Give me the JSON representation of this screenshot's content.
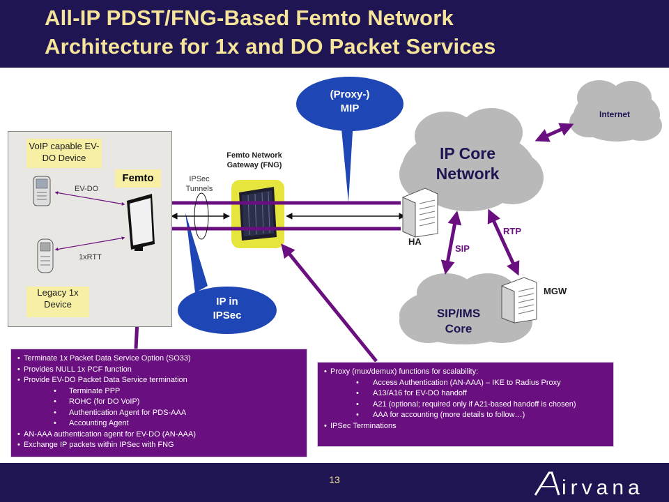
{
  "title": {
    "line1": "All-IP PDST/FNG-Based Femto Network",
    "line2": "Architecture for 1x and DO Packet Services"
  },
  "labels": {
    "voip_device": "VoIP capable EV-DO Device",
    "femto": "Femto",
    "evdo_link": "EV-DO",
    "onexrtt_link": "1xRTT",
    "legacy_device": "Legacy 1x Device",
    "ipsec_tunnels": "IPSec Tunnels",
    "fng": "Femto Network Gateway (FNG)",
    "proxy_mip": "(Proxy-) MIP",
    "ip_in_ipsec": "IP in IPSec",
    "ip_core": "IP Core Network",
    "internet": "Internet",
    "ha": "HA",
    "sip": "SIP",
    "rtp": "RTP",
    "mgw": "MGW",
    "sip_ims": "SIP/IMS Core"
  },
  "femto_box": {
    "items": [
      {
        "level": 1,
        "text": "Terminate 1x Packet Data Service Option (SO33)"
      },
      {
        "level": 1,
        "text": "Provides NULL 1x PCF function"
      },
      {
        "level": 1,
        "text": "Provide EV-DO Packet Data Service termination"
      },
      {
        "level": 2,
        "text": "Terminate PPP"
      },
      {
        "level": 2,
        "text": "ROHC (for DO VoIP)"
      },
      {
        "level": 2,
        "text": "Authentication Agent for PDS-AAA"
      },
      {
        "level": 2,
        "text": "Accounting Agent"
      },
      {
        "level": 1,
        "text": "AN-AAA authentication agent for EV-DO (AN-AAA)"
      },
      {
        "level": 1,
        "text": "Exchange IP packets within IPSec with FNG"
      }
    ]
  },
  "fng_box": {
    "items": [
      {
        "level": 1,
        "text": "Proxy (mux/demux) functions for scalability:"
      },
      {
        "level": 2,
        "text": "Access Authentication (AN-AAA) – IKE to Radius Proxy"
      },
      {
        "level": 2,
        "text": "A13/A16 for EV-DO handoff"
      },
      {
        "level": 2,
        "text": "A21 (optional; required only if A21-based handoff is chosen)"
      },
      {
        "level": 2,
        "text": "AAA for accounting (more details to follow…)"
      },
      {
        "level": 1,
        "text": "IPSec Terminations"
      }
    ]
  },
  "page_number": "13",
  "logo_text": "Airvana",
  "colors": {
    "header": "#1f1552",
    "title_text": "#f5e49a",
    "bubble_blue": "#1e46b4",
    "purple": "#6a0f80",
    "cloud_gray": "#b9b9b9"
  }
}
